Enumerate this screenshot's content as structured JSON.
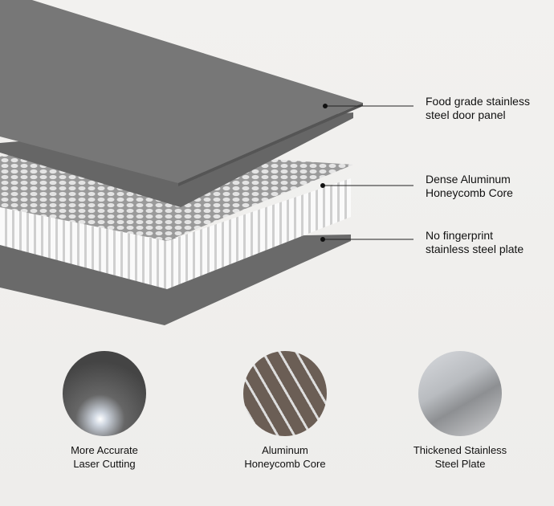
{
  "layers": [
    {
      "line1": "Food grade stainless",
      "line2": "steel door panel"
    },
    {
      "line1": "Dense Aluminum",
      "line2": "Honeycomb Core"
    },
    {
      "line1": "No fingerprint",
      "line2": "stainless steel plate"
    }
  ],
  "features": [
    {
      "line1": "More Accurate",
      "line2": "Laser Cutting"
    },
    {
      "line1": "Aluminum",
      "line2": "Honeycomb Core"
    },
    {
      "line1": "Thickened Stainless",
      "line2": "Steel Plate"
    }
  ],
  "colors": {
    "plate": "#6f6f6f",
    "background": "#f1f0ee",
    "text": "#111111"
  }
}
